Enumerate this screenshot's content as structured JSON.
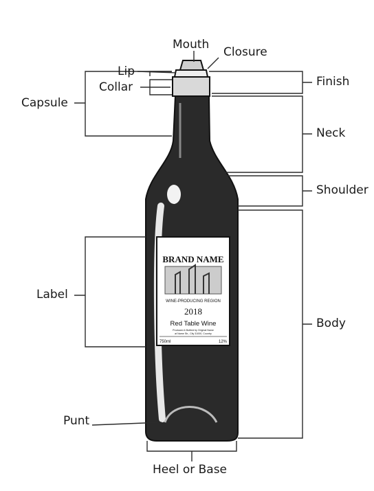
{
  "diagram": {
    "parts": {
      "mouth": "Mouth",
      "closure": "Closure",
      "lip": "Lip",
      "collar": "Collar",
      "capsule": "Capsule",
      "finish": "Finish",
      "neck": "Neck",
      "shoulder": "Shoulder",
      "label": "Label",
      "body": "Body",
      "punt": "Punt",
      "heel": "Heel or Base"
    },
    "wine_label": {
      "brand": "BRAND NAME",
      "region": "WINE-PRODUCING REGION",
      "year": "2018",
      "type": "Red Table Wine",
      "producer_line1": "Produced & Bottled by Original Name",
      "producer_line2": "at Name Str., City 31000, Country",
      "volume": "750ml",
      "abv": "12%"
    }
  },
  "colors": {
    "ink": "#1a1a1a",
    "bracket": "#2b2b2b",
    "paper": "#ffffff"
  }
}
